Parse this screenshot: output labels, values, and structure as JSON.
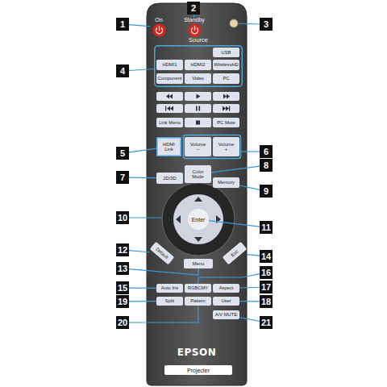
{
  "diagram": {
    "nodes": [
      {
        "text": [
          "EPSON"
        ]
      },
      {
        "text": [
          "On"
        ],
        "in": 0
      },
      {
        "text": [
          "Standby"
        ],
        "in": 0
      },
      {
        "text": [
          "Source"
        ],
        "in": 0
      },
      {
        "text": [
          "USB"
        ],
        "in": 3
      },
      {
        "text": [
          "HDMI1"
        ],
        "in": 3
      },
      {
        "text": [
          "HDMI2"
        ],
        "in": 3
      },
      {
        "text": [
          "WirelessHD"
        ],
        "in": 3
      },
      {
        "text": [
          "Component"
        ],
        "in": 3
      },
      {
        "text": [
          "Video"
        ],
        "in": 3
      },
      {
        "text": [
          "PC"
        ],
        "in": 3
      },
      {
        "text": [
          "Link Menu"
        ],
        "in": 0
      },
      {
        "text": [
          "PC Mute"
        ],
        "in": 0
      },
      {
        "text": [
          "HDMI Link"
        ],
        "in": 0
      },
      {
        "text": [
          "Volume −"
        ],
        "in": 0
      },
      {
        "text": [
          "Volume +"
        ],
        "in": 0
      },
      {
        "text": [
          "2D/3D"
        ],
        "in": 0
      },
      {
        "text": [
          "Color Mode"
        ],
        "in": 0
      },
      {
        "text": [
          "Memory"
        ],
        "in": 0
      },
      {
        "text": [
          "Enter"
        ],
        "in": 0
      },
      {
        "text": [
          "Default"
        ],
        "in": 0
      },
      {
        "text": [
          "Menu"
        ],
        "in": 0
      },
      {
        "text": [
          "Esc"
        ],
        "in": 0
      },
      {
        "text": [
          "Auto Iris"
        ],
        "in": 0
      },
      {
        "text": [
          "RGBCMY"
        ],
        "in": 0
      },
      {
        "text": [
          "Aspect"
        ],
        "in": 0
      },
      {
        "text": [
          "Split"
        ],
        "in": 0
      },
      {
        "text": [
          "Pattern"
        ],
        "in": 0
      },
      {
        "text": [
          "User"
        ],
        "in": 0
      },
      {
        "text": [
          "A/V MUTE"
        ],
        "in": 0
      },
      {
        "text": [
          "Projecter"
        ],
        "in": 0
      },
      {
        "text": [
          "1"
        ]
      },
      {
        "text": [
          "2"
        ]
      },
      {
        "text": [
          "3"
        ]
      },
      {
        "text": [
          "4"
        ]
      },
      {
        "text": [
          "5"
        ]
      },
      {
        "text": [
          "6"
        ]
      },
      {
        "text": [
          "7"
        ]
      },
      {
        "text": [
          "8"
        ]
      },
      {
        "text": [
          "9"
        ]
      },
      {
        "text": [
          "10"
        ]
      },
      {
        "text": [
          "11"
        ]
      },
      {
        "text": [
          "12"
        ]
      },
      {
        "text": [
          "13"
        ]
      },
      {
        "text": [
          "14"
        ]
      },
      {
        "text": [
          "15"
        ]
      },
      {
        "text": [
          "16"
        ]
      },
      {
        "text": [
          "17"
        ]
      },
      {
        "text": [
          "18"
        ]
      },
      {
        "text": [
          "19"
        ]
      },
      {
        "text": [
          "20"
        ]
      },
      {
        "text": [
          "21"
        ]
      }
    ],
    "edges": [
      {
        "from": 31,
        "to": 1,
        "arrow": "none"
      },
      {
        "from": 32,
        "to": 2,
        "arrow": "none"
      },
      {
        "from": 34,
        "to": 3,
        "arrow": "none"
      },
      {
        "from": 35,
        "to": 13,
        "arrow": "none"
      },
      {
        "from": 37,
        "to": 16,
        "arrow": "none"
      },
      {
        "from": 38,
        "to": 17,
        "arrow": "none"
      },
      {
        "from": 39,
        "to": 18,
        "arrow": "none"
      },
      {
        "from": 41,
        "to": 19,
        "arrow": "none"
      },
      {
        "from": 42,
        "to": 20,
        "arrow": "none"
      },
      {
        "from": 43,
        "to": 21,
        "arrow": "none"
      },
      {
        "from": 44,
        "to": 22,
        "arrow": "none"
      },
      {
        "from": 45,
        "to": 23,
        "arrow": "none"
      },
      {
        "from": 46,
        "to": 24,
        "arrow": "none"
      },
      {
        "from": 47,
        "to": 25,
        "arrow": "none"
      },
      {
        "from": 48,
        "to": 28,
        "arrow": "none"
      },
      {
        "from": 49,
        "to": 26,
        "arrow": "none"
      },
      {
        "from": 50,
        "to": 27,
        "arrow": "none"
      },
      {
        "from": 51,
        "to": 29,
        "arrow": "none"
      }
    ]
  }
}
